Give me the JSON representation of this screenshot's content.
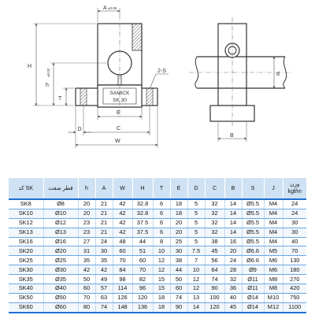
{
  "drawing": {
    "brand_line1": "SAMICK",
    "brand_line2": "SK 30",
    "labels": {
      "A": "A",
      "A_tol": "±0.05",
      "H": "H",
      "h": "h",
      "h_tol": "±0.02",
      "T": "T",
      "E": "E",
      "S": "2-S",
      "D": "D",
      "C": "C",
      "W": "W",
      "B": "B",
      "d": "d"
    }
  },
  "table": {
    "headers": [
      "کد SK",
      "قطر شفت",
      "h",
      "A",
      "W",
      "H",
      "T",
      "E",
      "D",
      "C",
      "B",
      "S",
      "J",
      "وزن"
    ],
    "header_unit_weight": "kgf/m",
    "rows": [
      [
        "SK8",
        "Ø8",
        "20",
        "21",
        "42",
        "32.8",
        "6",
        "18",
        "5",
        "32",
        "14",
        "Ø5.5",
        "M4",
        "24"
      ],
      [
        "SK10",
        "Ø10",
        "20",
        "21",
        "42",
        "32.8",
        "6",
        "18",
        "5",
        "32",
        "14",
        "Ø5.5",
        "M4",
        "24"
      ],
      [
        "SK12",
        "Ø12",
        "23",
        "21",
        "42",
        "37.5",
        "6",
        "20",
        "5",
        "32",
        "14",
        "Ø5.5",
        "M4",
        "30"
      ],
      [
        "SK13",
        "Ø13",
        "23",
        "21",
        "42",
        "37.5",
        "6",
        "20",
        "5",
        "32",
        "14",
        "Ø5.5",
        "M4",
        "30"
      ],
      [
        "SK16",
        "Ø16",
        "27",
        "24",
        "48",
        "44",
        "8",
        "25",
        "5",
        "38",
        "16",
        "Ø5.5",
        "M4",
        "40"
      ],
      [
        "SK20",
        "Ø20",
        "31",
        "30",
        "60",
        "51",
        "10",
        "30",
        "7.5",
        "45",
        "20",
        "Ø6.6",
        "M5",
        "70"
      ],
      [
        "SK25",
        "Ø25",
        "35",
        "35",
        "70",
        "60",
        "12",
        "38",
        "7",
        "56",
        "24",
        "Ø6.6",
        "M6",
        "130"
      ],
      [
        "SK30",
        "Ø30",
        "42",
        "42",
        "84",
        "70",
        "12",
        "44",
        "10",
        "64",
        "28",
        "Ø9",
        "M6",
        "180"
      ],
      [
        "SK35",
        "Ø35",
        "50",
        "49",
        "98",
        "82",
        "15",
        "50",
        "12",
        "74",
        "32",
        "Ø11",
        "M8",
        "270"
      ],
      [
        "SK40",
        "Ø40",
        "60",
        "57",
        "114",
        "96",
        "15",
        "60",
        "12",
        "90",
        "36",
        "Ø11",
        "M8",
        "420"
      ],
      [
        "SK50",
        "Ø50",
        "70",
        "63",
        "126",
        "120",
        "18",
        "74",
        "13",
        "100",
        "40",
        "Ø14",
        "M10",
        "750"
      ],
      [
        "SK60",
        "Ø60",
        "80",
        "74",
        "148",
        "136",
        "18",
        "90",
        "14",
        "120",
        "45",
        "Ø14",
        "M12",
        "1100"
      ]
    ]
  },
  "colors": {
    "header_bg": "#cfe2f3",
    "rule": "#1f6fd1",
    "row_line": "#6aa6e6",
    "drawing_line": "#333333",
    "dim_line": "#777777"
  }
}
